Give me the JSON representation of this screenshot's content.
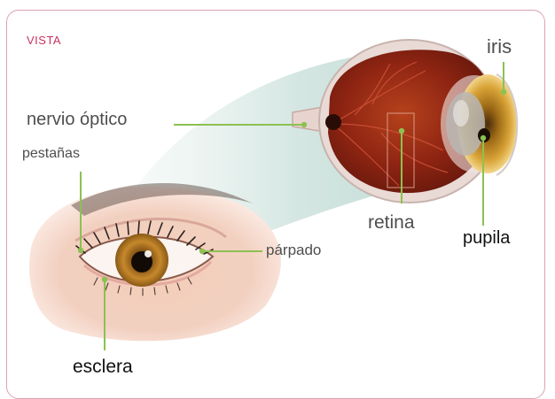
{
  "section_tag": "VISTA",
  "labels": {
    "iris": "iris",
    "nervio_optico": "nervio óptico",
    "pestanas": "pestañas",
    "retina": "retina",
    "pupila": "pupila",
    "parpado": "párpado",
    "esclera": "esclera"
  },
  "colors": {
    "frame": "#d9a3b1",
    "tag": "#c8335f",
    "pointer": "#8cc152",
    "beam": "#cfe3de",
    "label_text": "#4e4e4e"
  }
}
